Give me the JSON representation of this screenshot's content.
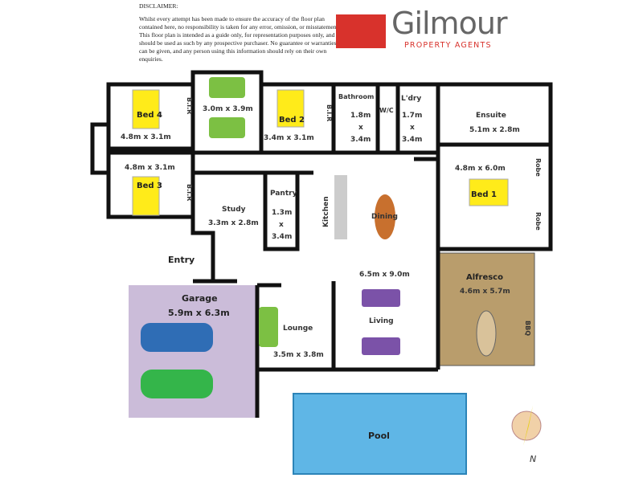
{
  "disclaimer": {
    "title": "DISCLAIMER:",
    "body": "Whilst every attempt has been made to ensure the accuracy of the floor plan contained here, no responsibility is taken for any error, omission, or misstatement. This floor plan is intended as a guide only, for representation purposes only, and should be used as such by any prospective purchaser. No guarantee or warranties can be given, and any person using this information should rely on their own enquiries."
  },
  "logo": {
    "name": "Gilmour",
    "tagline": "PROPERTY AGENTS",
    "brand_color": "#d8322c"
  },
  "rooms": {
    "bed4": {
      "name": "Bed 4",
      "size": "4.8m x 3.1m"
    },
    "bed3": {
      "name": "Bed 3",
      "size": "4.8m x 3.1m"
    },
    "bir": "B.I.R",
    "rumpus": {
      "size": "3.0m x 3.9m"
    },
    "bed2": {
      "name": "Bed 2",
      "size": "3.4m x 3.1m"
    },
    "bathroom": {
      "name": "Bathroom",
      "w": "1.8m",
      "x": "x",
      "h": "3.4m"
    },
    "wc": {
      "name": "W/C"
    },
    "laundry": {
      "name": "L'dry",
      "w": "1.7m",
      "x": "x",
      "h": "3.4m"
    },
    "ensuite": {
      "name": "Ensuite",
      "size": "5.1m x 2.8m"
    },
    "bed1": {
      "name": "Bed 1",
      "size": "4.8m x 6.0m"
    },
    "robe": "Robe",
    "study": {
      "name": "Study",
      "size": "3.3m x 2.8m"
    },
    "pantry": {
      "name": "Pantry",
      "w": "1.3m",
      "x": "x",
      "h": "3.4m"
    },
    "kitchen": {
      "name": "Kitchen"
    },
    "dining": {
      "name": "Dining"
    },
    "main": {
      "size": "6.5m x 9.0m"
    },
    "living": {
      "name": "Living"
    },
    "entry": {
      "name": "Entry"
    },
    "garage": {
      "name": "Garage",
      "size": "5.9m x 6.3m"
    },
    "lounge": {
      "name": "Lounge",
      "size": "3.5m x 3.8m"
    },
    "alfresco": {
      "name": "Alfresco",
      "size": "4.6m x 5.7m"
    },
    "bbq": "BBQ",
    "pool": {
      "name": "Pool"
    }
  },
  "compass": {
    "label": "N"
  },
  "colors": {
    "bed": "#ffeb1a",
    "sofa": "#7cc043",
    "garage": "#cbbcd9",
    "alfresco": "#b99d6c",
    "pool": "#5fb6e6",
    "dining": "#c8702e",
    "living_sofa": "#7b52a8",
    "wall": "#111111"
  }
}
